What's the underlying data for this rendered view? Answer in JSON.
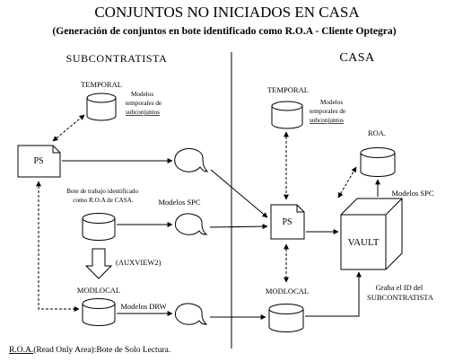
{
  "title": "CONJUNTOS NO INICIADOS EN CASA",
  "subtitle": "(Generación de conjuntos en bote identificado como R.O.A - Cliente Optegra)",
  "sections": {
    "left": "SUBCONTRATISTA",
    "right": "CASA"
  },
  "left": {
    "temporal_label": "TEMPORAL",
    "temporal_desc": [
      "Modelos",
      "temporales de",
      "subconjuntos"
    ],
    "ps_label": "PS",
    "bote_desc": [
      "Bote de trabajo identificado",
      "como R.O.A de CASA."
    ],
    "modelos_spc": "Modelos SPC",
    "auxview": "(AUXVIEW2)",
    "modlocal_label": "MODLOCAL",
    "modelos_drw": "Modelos DRW"
  },
  "right": {
    "temporal_label": "TEMPORAL",
    "temporal_desc": [
      "Modelos",
      "temporales de",
      "subconjuntos"
    ],
    "roa_label": "ROA.",
    "modelos_spc": "Modelos SPC",
    "ps_label": "PS",
    "vault_label": "VAULT",
    "modlocal_label": "MODLOCAL",
    "graba": [
      "Graba el ID del",
      "SUBCONTRATISTA"
    ]
  },
  "footer": {
    "abbr": "R.O.A.",
    "rest": "(Read Only Area):Bote de Solo Lectura."
  }
}
